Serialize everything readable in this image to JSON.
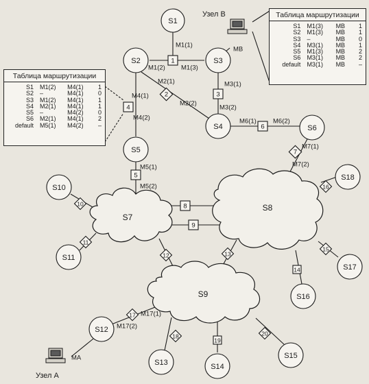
{
  "diagram": {
    "routers": [
      {
        "id": "r1",
        "label": "1"
      },
      {
        "id": "r2",
        "label": "2"
      },
      {
        "id": "r3",
        "label": "3"
      },
      {
        "id": "r4",
        "label": "4"
      },
      {
        "id": "r5",
        "label": "5"
      },
      {
        "id": "r6",
        "label": "6"
      },
      {
        "id": "r7",
        "label": "7"
      },
      {
        "id": "r8",
        "label": "8"
      },
      {
        "id": "r9",
        "label": "9"
      },
      {
        "id": "r10",
        "label": "10"
      },
      {
        "id": "r11",
        "label": "11"
      },
      {
        "id": "r12",
        "label": "12"
      },
      {
        "id": "r13",
        "label": "13"
      },
      {
        "id": "r14",
        "label": "14"
      },
      {
        "id": "r15",
        "label": "15"
      },
      {
        "id": "r16",
        "label": "16"
      },
      {
        "id": "r17",
        "label": "17"
      },
      {
        "id": "r18",
        "label": "18"
      },
      {
        "id": "r19",
        "label": "19"
      },
      {
        "id": "r20",
        "label": "20"
      }
    ],
    "nodes": [
      {
        "id": "s1",
        "label": "S1"
      },
      {
        "id": "s2",
        "label": "S2"
      },
      {
        "id": "s3",
        "label": "S3"
      },
      {
        "id": "s4",
        "label": "S4"
      },
      {
        "id": "s5",
        "label": "S5"
      },
      {
        "id": "s6",
        "label": "S6"
      },
      {
        "id": "s10",
        "label": "S10"
      },
      {
        "id": "s11",
        "label": "S11"
      },
      {
        "id": "s12",
        "label": "S12"
      },
      {
        "id": "s13",
        "label": "S13"
      },
      {
        "id": "s14",
        "label": "S14"
      },
      {
        "id": "s15",
        "label": "S15"
      },
      {
        "id": "s16",
        "label": "S16"
      },
      {
        "id": "s17",
        "label": "S17"
      },
      {
        "id": "s18",
        "label": "S18"
      }
    ],
    "clouds": [
      {
        "id": "s7",
        "label": "S7"
      },
      {
        "id": "s8",
        "label": "S8"
      },
      {
        "id": "s9",
        "label": "S9"
      }
    ],
    "port_labels": [
      "M1(1)",
      "M1(2)",
      "M1(3)",
      "MB",
      "M2(1)",
      "M2(2)",
      "M3(1)",
      "M3(2)",
      "M4(1)",
      "M4(2)",
      "M6(1)",
      "M6(2)",
      "M7(1)",
      "M7(2)",
      "M5(1)",
      "M5(2)",
      "M17(1)",
      "M17(2)",
      "MA"
    ],
    "hosts": [
      {
        "id": "host-b",
        "label": "Узел B"
      },
      {
        "id": "host-a",
        "label": "Узел A"
      }
    ]
  },
  "routing_table_b": {
    "title": "Таблица маршрутизации",
    "rows": [
      [
        "S1",
        "M1(3)",
        "MB",
        "1"
      ],
      [
        "S2",
        "M1(3)",
        "MB",
        "1"
      ],
      [
        "S3",
        "–",
        "MB",
        "0"
      ],
      [
        "S4",
        "M3(1)",
        "MB",
        "1"
      ],
      [
        "S5",
        "M1(3)",
        "MB",
        "2"
      ],
      [
        "S6",
        "M3(1)",
        "MB",
        "2"
      ],
      [
        "default",
        "M3(1)",
        "MB",
        "–"
      ]
    ]
  },
  "routing_table_4": {
    "title": "Таблица маршрутизации",
    "rows": [
      [
        "S1",
        "M1(2)",
        "M4(1)",
        "1"
      ],
      [
        "S2",
        "–",
        "M4(1)",
        "0"
      ],
      [
        "S3",
        "M1(2)",
        "M4(1)",
        "1"
      ],
      [
        "S4",
        "M2(1)",
        "M4(1)",
        "1"
      ],
      [
        "S5",
        "–",
        "M4(2)",
        "0"
      ],
      [
        "S6",
        "M2(1)",
        "M4(1)",
        "2"
      ],
      [
        "default",
        "M5(1)",
        "M4(2)",
        "–"
      ]
    ]
  }
}
